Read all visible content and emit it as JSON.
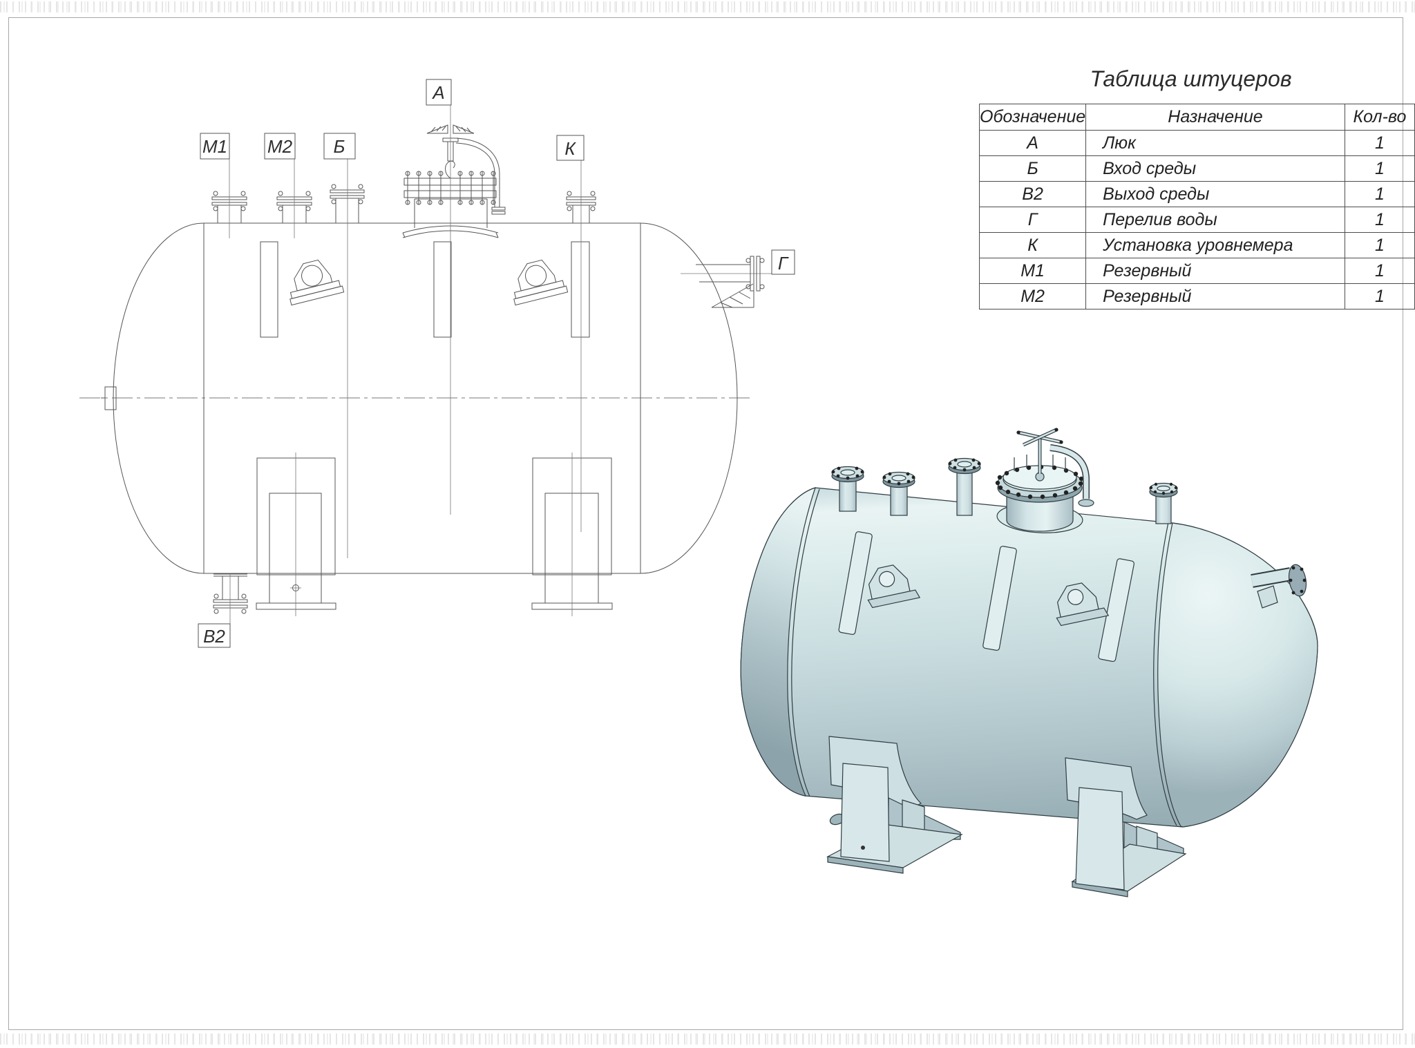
{
  "table": {
    "title": "Таблица штуцеров",
    "columns": [
      "Обозначение",
      "Назначение",
      "Кол-во"
    ],
    "rows": [
      [
        "А",
        "Люк",
        "1"
      ],
      [
        "Б",
        "Вход среды",
        "1"
      ],
      [
        "В2",
        "Выход среды",
        "1"
      ],
      [
        "Г",
        "Перелив воды",
        "1"
      ],
      [
        "К",
        "Установка уровнемера",
        "1"
      ],
      [
        "М1",
        "Резервный",
        "1"
      ],
      [
        "М2",
        "Резервный",
        "1"
      ]
    ]
  },
  "drawing2d": {
    "labels": {
      "a": "А",
      "b": "Б",
      "v2": "В2",
      "g": "Г",
      "k": "К",
      "m1": "М1",
      "m2": "М2"
    }
  },
  "colors": {
    "line2d": "#555555",
    "line3d": "#2f3d42",
    "shell_light": "#eaf4f4",
    "shell_mid": "#cbdfe1",
    "shell_dark": "#96acb3",
    "accent_fill": "#d8e8ea"
  }
}
